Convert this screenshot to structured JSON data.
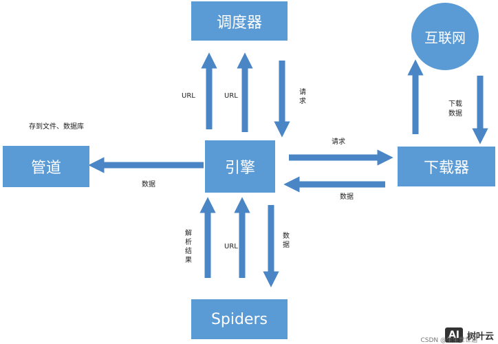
{
  "nodes": {
    "scheduler": "调度器",
    "internet": "互联网",
    "pipeline": "管道",
    "engine": "引擎",
    "downloader": "下载器",
    "spiders": "Spiders"
  },
  "labels": {
    "url_1": "URL",
    "url_2": "URL",
    "request_scheduler": "请求",
    "download_data": "下载数据",
    "store": "存到文件、数据库",
    "data_pipeline": "数据",
    "request_downloader": "请求",
    "data_downloader": "数据",
    "parse_result": "解析结果",
    "url_spider": "URL",
    "data_spider": "数据"
  },
  "watermark": {
    "logo": "AI",
    "brand": "树叶云",
    "credit": "CSDN @生生世世涵"
  },
  "colors": {
    "node": "#5b9bd5",
    "arrow": "#4a86c5"
  }
}
